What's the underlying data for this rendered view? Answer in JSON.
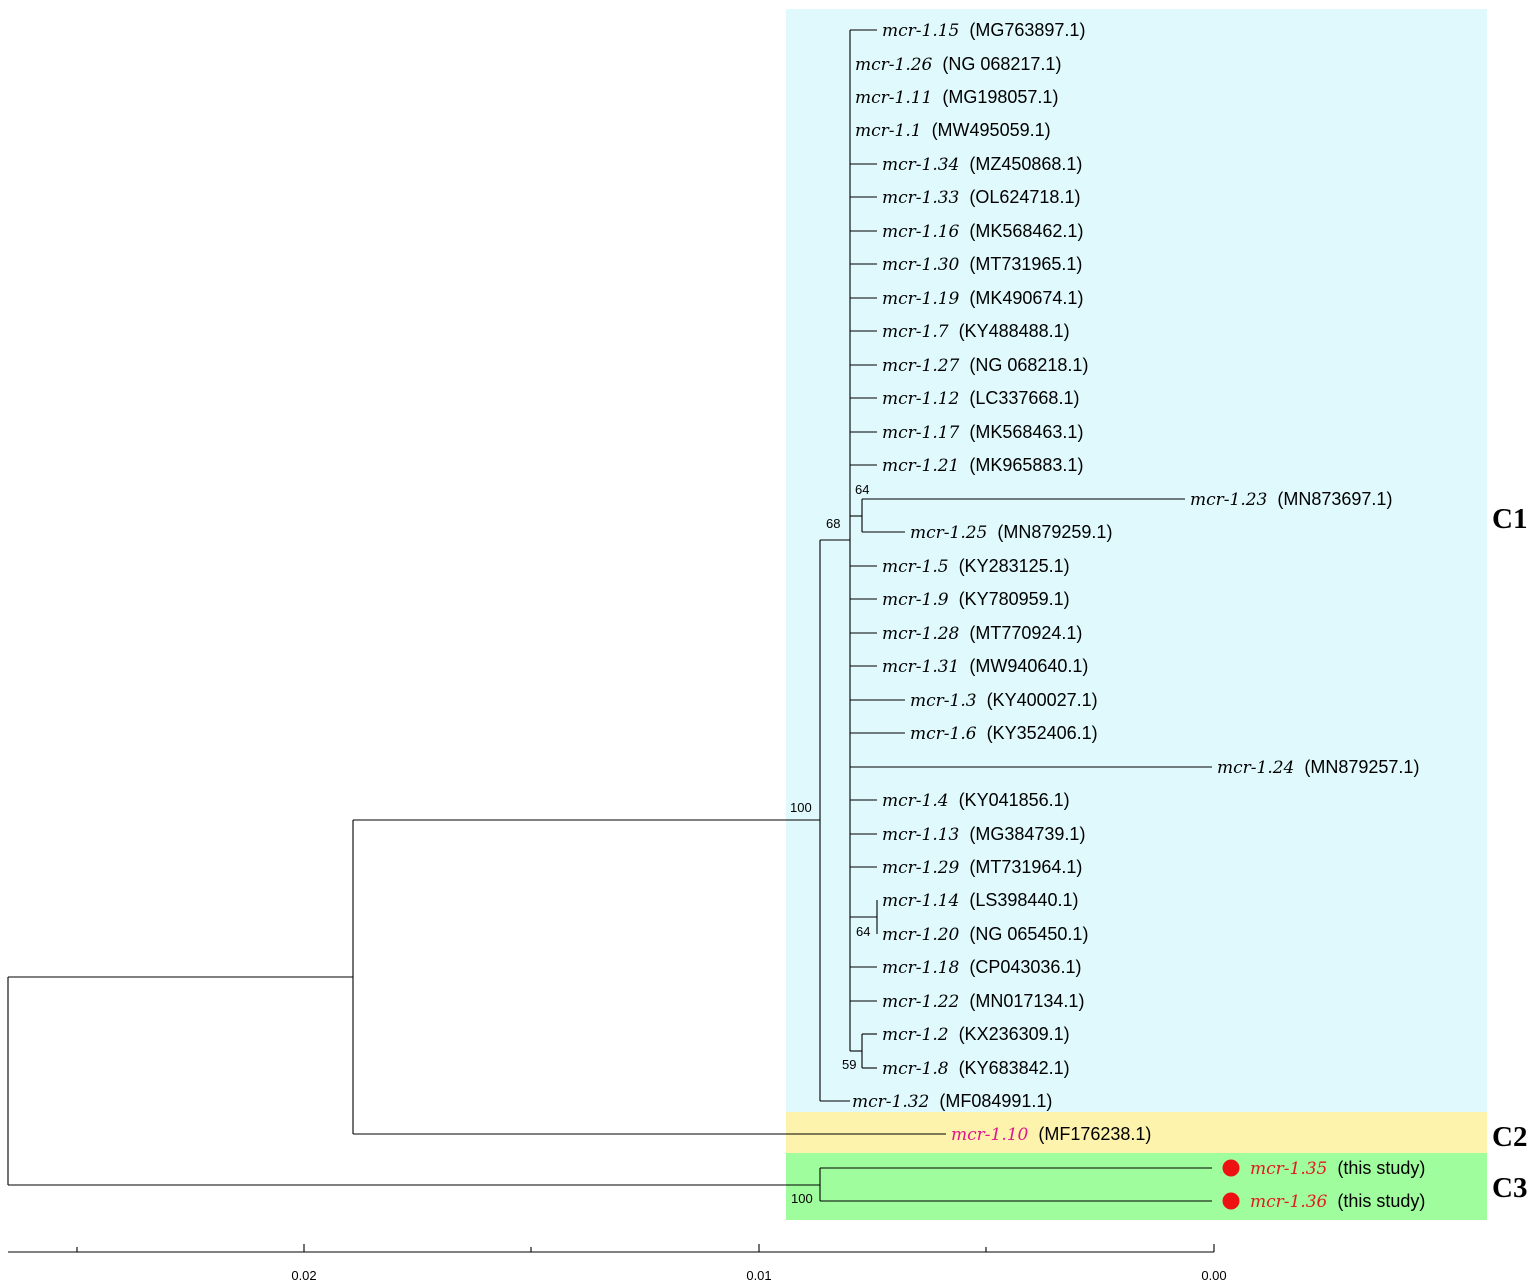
{
  "diagram": {
    "colors": {
      "c1_bg": "#dff9fc",
      "c2_bg": "#fdf3ad",
      "c3_bg": "#a0fd9e",
      "highlight_name": "#e0168c",
      "this_study_name": "#e11a1a",
      "marker": "#ee1111",
      "line": "#000000"
    },
    "clades": [
      {
        "id": "C1",
        "label": "C1"
      },
      {
        "id": "C2",
        "label": "C2"
      },
      {
        "id": "C3",
        "label": "C3"
      }
    ],
    "leaves": [
      {
        "name": "mcr-1.15",
        "accession": "(MG763897.1)"
      },
      {
        "name": "mcr-1.26",
        "accession": "(NG 068217.1)"
      },
      {
        "name": "mcr-1.11",
        "accession": "(MG198057.1)"
      },
      {
        "name": "mcr-1.1",
        "accession": "(MW495059.1)"
      },
      {
        "name": "mcr-1.34",
        "accession": "(MZ450868.1)"
      },
      {
        "name": "mcr-1.33",
        "accession": "(OL624718.1)"
      },
      {
        "name": "mcr-1.16",
        "accession": "(MK568462.1)"
      },
      {
        "name": "mcr-1.30",
        "accession": "(MT731965.1)"
      },
      {
        "name": "mcr-1.19",
        "accession": "(MK490674.1)"
      },
      {
        "name": "mcr-1.7",
        "accession": "(KY488488.1)"
      },
      {
        "name": "mcr-1.27",
        "accession": "(NG 068218.1)"
      },
      {
        "name": "mcr-1.12",
        "accession": "(LC337668.1)"
      },
      {
        "name": "mcr-1.17",
        "accession": "(MK568463.1)"
      },
      {
        "name": "mcr-1.21",
        "accession": "(MK965883.1)"
      },
      {
        "name": "mcr-1.23",
        "accession": "(MN873697.1)"
      },
      {
        "name": "mcr-1.25",
        "accession": "(MN879259.1)"
      },
      {
        "name": "mcr-1.5",
        "accession": "(KY283125.1)"
      },
      {
        "name": "mcr-1.9",
        "accession": "(KY780959.1)"
      },
      {
        "name": "mcr-1.28",
        "accession": "(MT770924.1)"
      },
      {
        "name": "mcr-1.31",
        "accession": "(MW940640.1)"
      },
      {
        "name": "mcr-1.3",
        "accession": "(KY400027.1)"
      },
      {
        "name": "mcr-1.6",
        "accession": "(KY352406.1)"
      },
      {
        "name": "mcr-1.24",
        "accession": "(MN879257.1)"
      },
      {
        "name": "mcr-1.4",
        "accession": "(KY041856.1)"
      },
      {
        "name": "mcr-1.13",
        "accession": "(MG384739.1)"
      },
      {
        "name": "mcr-1.29",
        "accession": "(MT731964.1)"
      },
      {
        "name": "mcr-1.14",
        "accession": "(LS398440.1)"
      },
      {
        "name": "mcr-1.20",
        "accession": "(NG 065450.1)"
      },
      {
        "name": "mcr-1.18",
        "accession": "(CP043036.1)"
      },
      {
        "name": "mcr-1.22",
        "accession": "(MN017134.1)"
      },
      {
        "name": "mcr-1.2",
        "accession": "(KX236309.1)"
      },
      {
        "name": "mcr-1.8",
        "accession": "(KY683842.1)"
      },
      {
        "name": "mcr-1.32",
        "accession": "(MF084991.1)"
      },
      {
        "name": "mcr-1.10",
        "accession": "(MF176238.1)",
        "highlight": true
      },
      {
        "name": "mcr-1.35",
        "accession": "(this study)",
        "this_study": true
      },
      {
        "name": "mcr-1.36",
        "accession": "(this study)",
        "this_study": true
      }
    ],
    "support_values": [
      {
        "node": "mcr-1.23+mcr-1.25",
        "label": "64"
      },
      {
        "node": "main-polytomy",
        "label": "68"
      },
      {
        "node": "C1",
        "label": "100"
      },
      {
        "node": "mcr-1.14+mcr-1.20",
        "label": "64"
      },
      {
        "node": "mcr-1.2+mcr-1.8",
        "label": "59"
      },
      {
        "node": "C3",
        "label": "100"
      }
    ],
    "scale_axis": {
      "ticks": [
        "0.02",
        "0.01",
        "0.00"
      ]
    }
  }
}
